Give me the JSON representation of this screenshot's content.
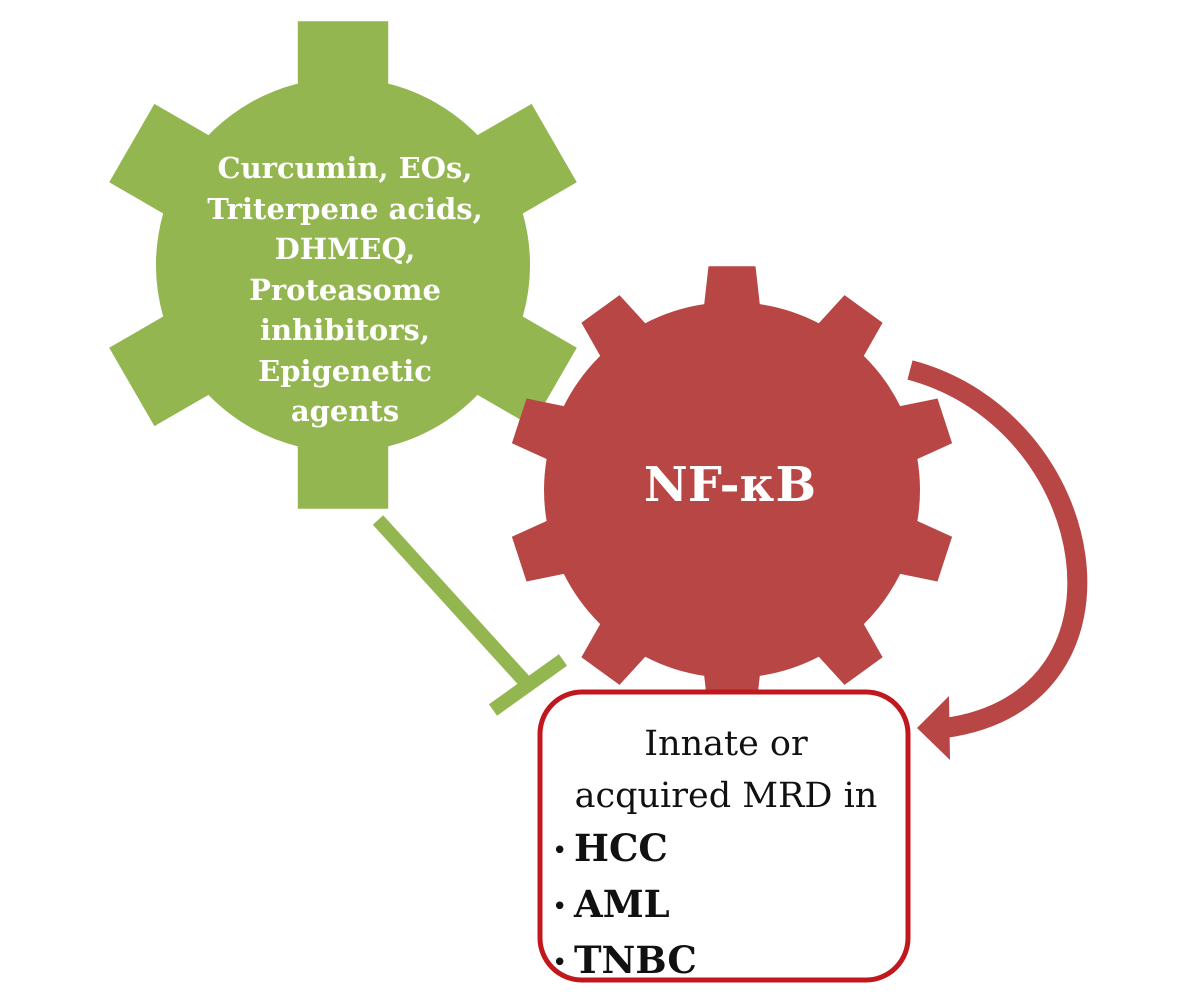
{
  "colors": {
    "green_gear": "#93b650",
    "red_gear": "#b84645",
    "inhibition_line": "#93b650",
    "activation_arrow": "#b84645",
    "outcome_border": "#c0181c",
    "text_dark": "#111111",
    "text_light": "#ffffff"
  },
  "inhibitor_gear": {
    "lines": [
      "Curcumin, EOs,",
      "Triterpene acids,",
      "DHMEQ,",
      "Proteasome",
      "inhibitors,",
      "Epigenetic",
      "agents"
    ]
  },
  "target_gear": {
    "label": "NF-κB"
  },
  "outcome_box": {
    "heading_lines": [
      "Innate or",
      "acquired MRD in"
    ],
    "bullet_symbol": "•",
    "items": [
      "HCC",
      "AML",
      "TNBC"
    ]
  }
}
